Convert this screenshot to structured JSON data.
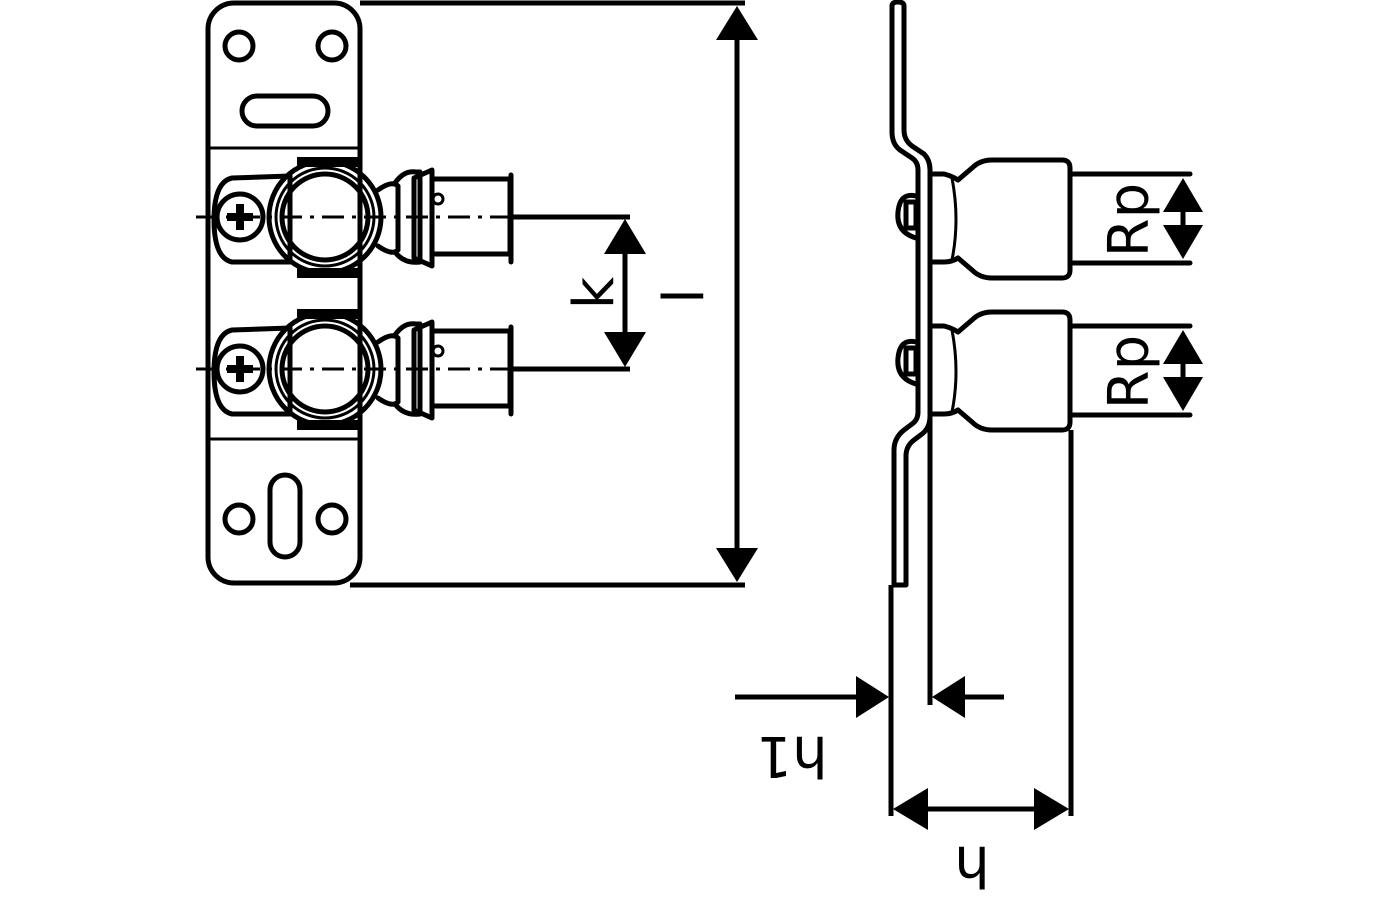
{
  "drawing": {
    "front_view": {
      "dimension_labels": {
        "length": "l",
        "spacing": "k"
      }
    },
    "side_view": {
      "dimension_labels": {
        "thread_top": "Rp",
        "thread_bottom": "Rp",
        "plate_offset": "h1",
        "depth": "h"
      }
    },
    "colors": {
      "line": "#000000",
      "background": "#ffffff"
    }
  }
}
